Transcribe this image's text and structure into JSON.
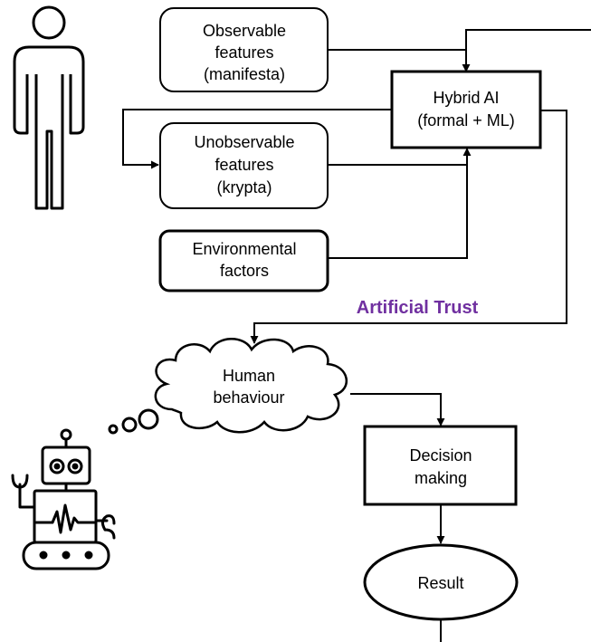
{
  "boxes": {
    "observable": [
      "Observable",
      "features",
      "(manifesta)"
    ],
    "unobservable": [
      "Unobservable",
      "features",
      "(krypta)"
    ],
    "environmental": [
      "Environmental",
      "factors"
    ],
    "hybrid_ai": [
      "Hybrid AI",
      "(formal + ML)"
    ],
    "human_behaviour": [
      "Human",
      "behaviour"
    ],
    "decision": [
      "Decision",
      "making"
    ],
    "result": [
      "Result"
    ]
  },
  "artificial_trust": "Artificial Trust",
  "colors": {
    "trust_label": "#7030a0",
    "stroke": "#000000"
  },
  "icons": [
    "human-figure-icon",
    "robot-icon"
  ]
}
